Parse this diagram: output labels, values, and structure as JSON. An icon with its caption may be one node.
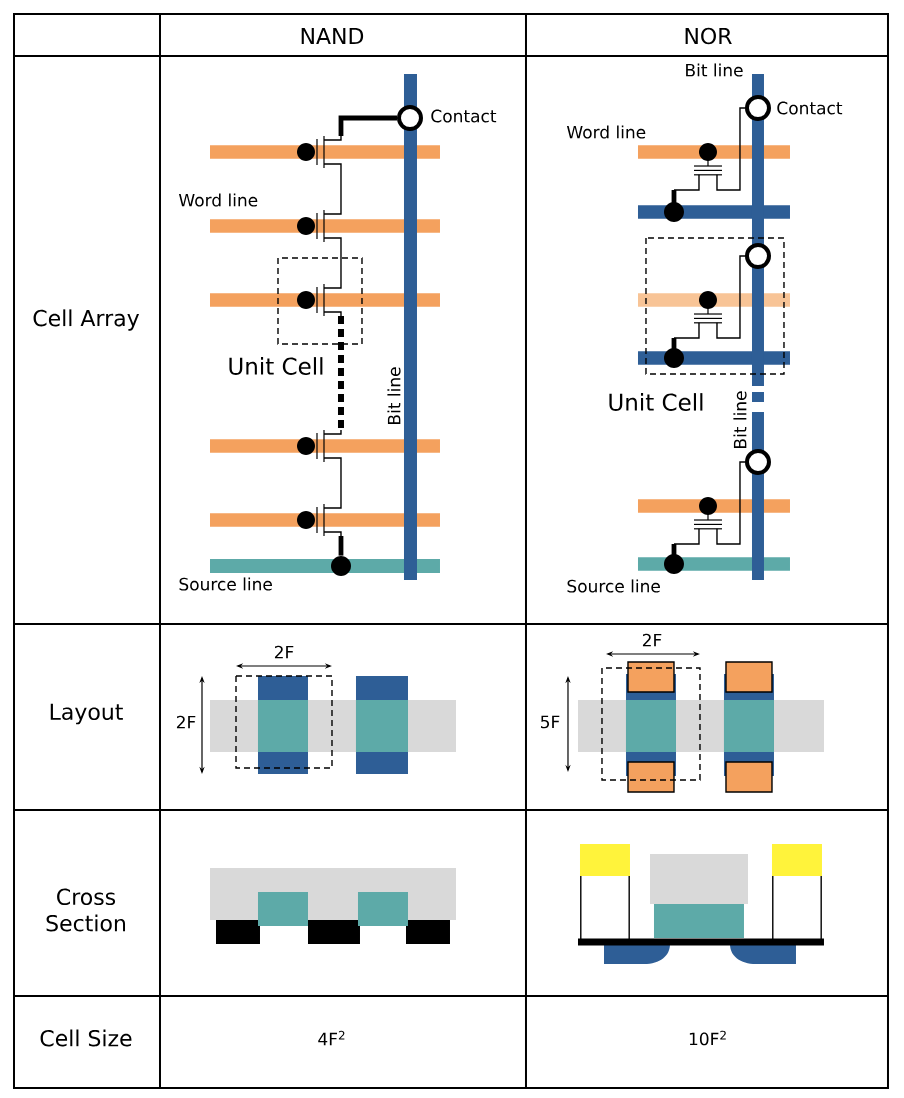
{
  "diagram": {
    "nodes": [
      {
        "text": [],
        "shape": "circle"
      },
      {
        "text": [],
        "shape": "transistor"
      },
      {
        "text": [],
        "shape": "transistor"
      },
      {
        "text": [],
        "shape": "transistor"
      },
      {
        "text": [],
        "shape": "transistor"
      },
      {
        "text": [],
        "shape": "transistor"
      },
      {
        "text": [],
        "shape": "circle"
      },
      {
        "text": [],
        "shape": "circle"
      },
      {
        "text": [],
        "shape": "transistor"
      },
      {
        "text": [],
        "shape": "circle"
      },
      {
        "text": [],
        "shape": "circle"
      },
      {
        "text": [],
        "shape": "transistor"
      },
      {
        "text": [],
        "shape": "circle"
      },
      {
        "text": [],
        "shape": "circle"
      },
      {
        "text": [],
        "shape": "transistor"
      },
      {
        "text": [],
        "shape": "circle"
      }
    ],
    "edges": [
      {
        "from": 0,
        "to": 1,
        "arrow": "none",
        "style": "thick"
      },
      {
        "from": 1,
        "to": 2,
        "arrow": "none"
      },
      {
        "from": 2,
        "to": 3,
        "arrow": "none"
      },
      {
        "from": 3,
        "to": 4,
        "arrow": "none",
        "style": "dashed"
      },
      {
        "from": 4,
        "to": 5,
        "arrow": "none"
      },
      {
        "from": 5,
        "to": 6,
        "arrow": "none",
        "style": "thick"
      },
      {
        "from": 8,
        "to": 7,
        "arrow": "none"
      },
      {
        "from": 8,
        "to": 9,
        "arrow": "none"
      },
      {
        "from": 11,
        "to": 10,
        "arrow": "none"
      },
      {
        "from": 11,
        "to": 12,
        "arrow": "none"
      },
      {
        "from": 14,
        "to": 13,
        "arrow": "none"
      },
      {
        "from": 14,
        "to": 15,
        "arrow": "none"
      }
    ],
    "labels": [
      "NAND",
      "NOR",
      "Cell Array",
      "Contact",
      "Word line",
      "Unit Cell",
      "Bit line",
      "Source line",
      "Bit line",
      "Contact",
      "Word line",
      "Unit Cell",
      "Bit line",
      "Source line",
      "Layout",
      "2F",
      "2F",
      "2F",
      "5F",
      "Cross Section",
      "Cell Size",
      "4F$^{2}$",
      "10F$^{2}$"
    ]
  }
}
